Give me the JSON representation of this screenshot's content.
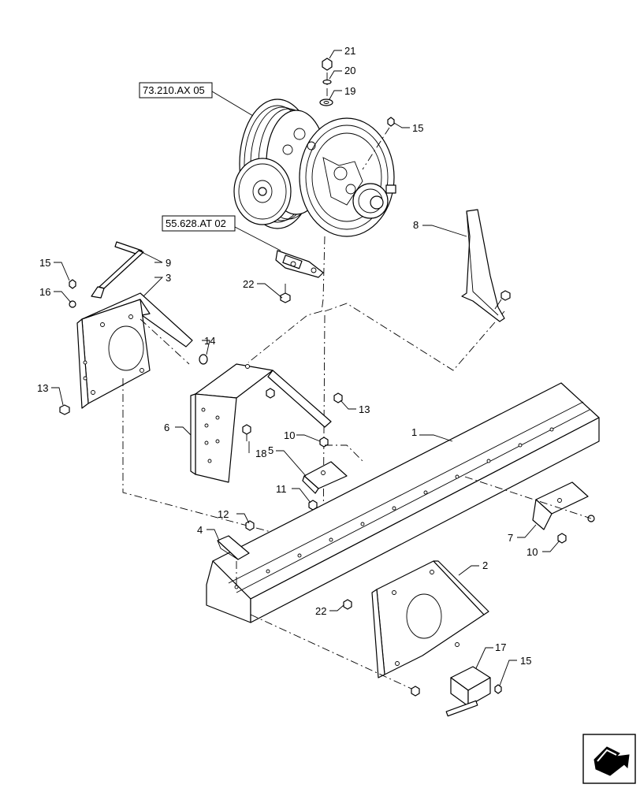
{
  "references": [
    {
      "id": "ref-73210",
      "text": "73.210.AX 05"
    },
    {
      "id": "ref-55628",
      "text": "55.628.AT 02"
    }
  ],
  "callouts": {
    "c1": "1",
    "c2": "2",
    "c3": "3",
    "c4": "4",
    "c5": "5",
    "c6": "6",
    "c7": "7",
    "c8": "8",
    "c9": "9",
    "c10a": "10",
    "c10b": "10",
    "c11": "11",
    "c12": "12",
    "c13a": "13",
    "c13b": "13",
    "c14": "14",
    "c15a": "15",
    "c15b": "15",
    "c15c": "15",
    "c16": "16",
    "c17": "17",
    "c18": "18",
    "c19": "19",
    "c20": "20",
    "c21": "21",
    "c22a": "22",
    "c22b": "22"
  },
  "nav_icon": "navigation-arrow-icon"
}
